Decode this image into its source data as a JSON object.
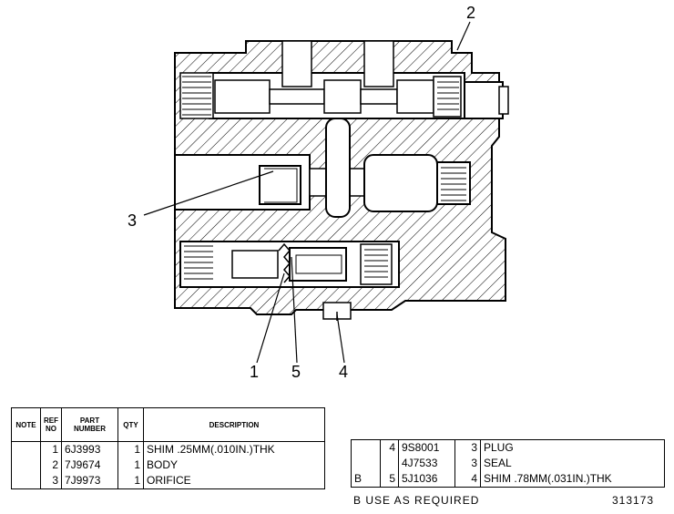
{
  "callouts": {
    "one": "1",
    "two": "2",
    "three": "3",
    "four": "4",
    "five": "5"
  },
  "left_table": {
    "headers": {
      "note": "NOTE",
      "ref_no": "REF NO",
      "part_number": "PART NUMBER",
      "qty": "QTY",
      "description": "DESCRIPTION"
    },
    "rows": [
      {
        "note": "",
        "ref": "1",
        "part": "6J3993",
        "qty": "1",
        "desc": "SHIM .25MM(.010IN.)THK"
      },
      {
        "note": "",
        "ref": "2",
        "part": "7J9674",
        "qty": "1",
        "desc": "BODY"
      },
      {
        "note": "",
        "ref": "3",
        "part": "7J9973",
        "qty": "1",
        "desc": "ORIFICE"
      }
    ]
  },
  "right_table": {
    "rows": [
      {
        "note": "",
        "ref": "4",
        "part": "9S8001",
        "qty": "3",
        "desc": "PLUG"
      },
      {
        "note": "",
        "ref": "",
        "part": "4J7533",
        "qty": "3",
        "desc": "SEAL"
      },
      {
        "note": "B",
        "ref": "5",
        "part": "5J1036",
        "qty": "4",
        "desc": "SHIM .78MM(.031IN.)THK"
      }
    ]
  },
  "footnote": "B USE AS REQUIRED",
  "drawing_number": "313173"
}
